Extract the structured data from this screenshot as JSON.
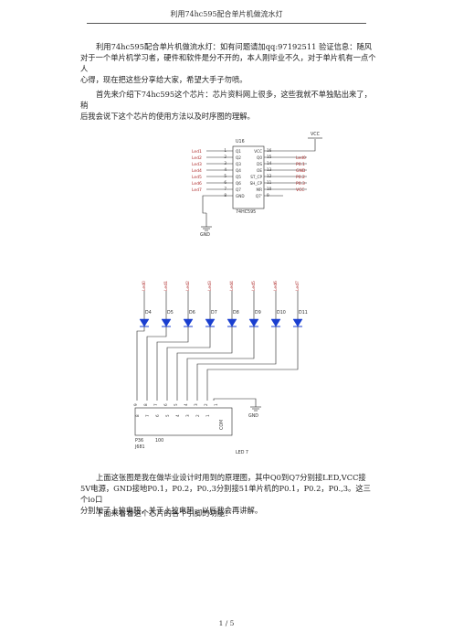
{
  "header": {
    "title": "利用74hc595配合单片机做流水灯"
  },
  "paragraphs": {
    "p1_line1": "利用74hc595配合单片机做流水灯：如有问题请加qq:97192511  验证信息：随风",
    "p1_line2": "对于一个单片机学习者，硬件和软件是分不开的，本人刚毕业不久，对于单片机有一点个人",
    "p1_line3": "心得，现在把这些分享给大家，希望大手子勿喷。",
    "p2_line1": "首先来介绍下74hc595这个芯片：芯片资料网上很多，这些我就不单独贴出来了，稍",
    "p2_line2": "后我会说下这个芯片的使用方法以及时序图的理解。",
    "p3_line1": "上面这张图是我在做毕业设计时用到的原理图，其中Q0到Q7分别接LED,VCC接",
    "p3_line2": "5V电源，GND接地P0.1，P0.2，P0.,3分别接51单片机的P0.1，P0.2，P0.,3。这三个io口",
    "p3_line3": "分别加了上拉电阻，关于上拉电阻，以后我会再讲解。",
    "p4_line1": "下面来看看这个芯片的各个引脚的功能："
  },
  "schematic_top": {
    "chip_ref": "U16",
    "chip_name": "74HC595",
    "vcc_label": "VCC",
    "gnd_label": "GND",
    "left_nets": [
      "Led1",
      "Led2",
      "Led3",
      "Led4",
      "Led5",
      "Led6",
      "Led7"
    ],
    "left_pins": [
      "1",
      "2",
      "3",
      "4",
      "5",
      "6",
      "7",
      "8"
    ],
    "inner_left": [
      "Q1",
      "Q2",
      "Q3",
      "Q4",
      "Q5",
      "Q6",
      "Q7",
      "GND"
    ],
    "inner_right": [
      "VCC",
      "Q0",
      "DS",
      "OE",
      "ST_CP",
      "SH_CP",
      "MR",
      "Q7'"
    ],
    "right_pins": [
      "16",
      "15",
      "14",
      "13",
      "12",
      "11",
      "10",
      "9"
    ],
    "right_nets": [
      "",
      "Led0",
      "P0.1",
      "GND",
      "P0.2",
      "P0.3",
      "VCC",
      ""
    ]
  },
  "schematic_bottom": {
    "led_nets": [
      "Led0",
      "Led1",
      "Led2",
      "Led3",
      "Led4",
      "Led5",
      "Led6",
      "Led7"
    ],
    "diodes": [
      "D4",
      "D5",
      "D6",
      "D7",
      "D8",
      "D9",
      "D10",
      "D11"
    ],
    "connector_pins": [
      "9",
      "8",
      "7",
      "6",
      "5",
      "4",
      "3",
      "2",
      "1"
    ],
    "connector_inner": [
      "8",
      "7",
      "6",
      "5",
      "4",
      "3",
      "2",
      "1"
    ],
    "com_label": "COM",
    "gnd_label": "GND",
    "ref_p": "P36",
    "ref_j": "J681",
    "ref_value": "100",
    "led_label": "LED  7"
  },
  "footer": {
    "page": "1  /  5"
  }
}
